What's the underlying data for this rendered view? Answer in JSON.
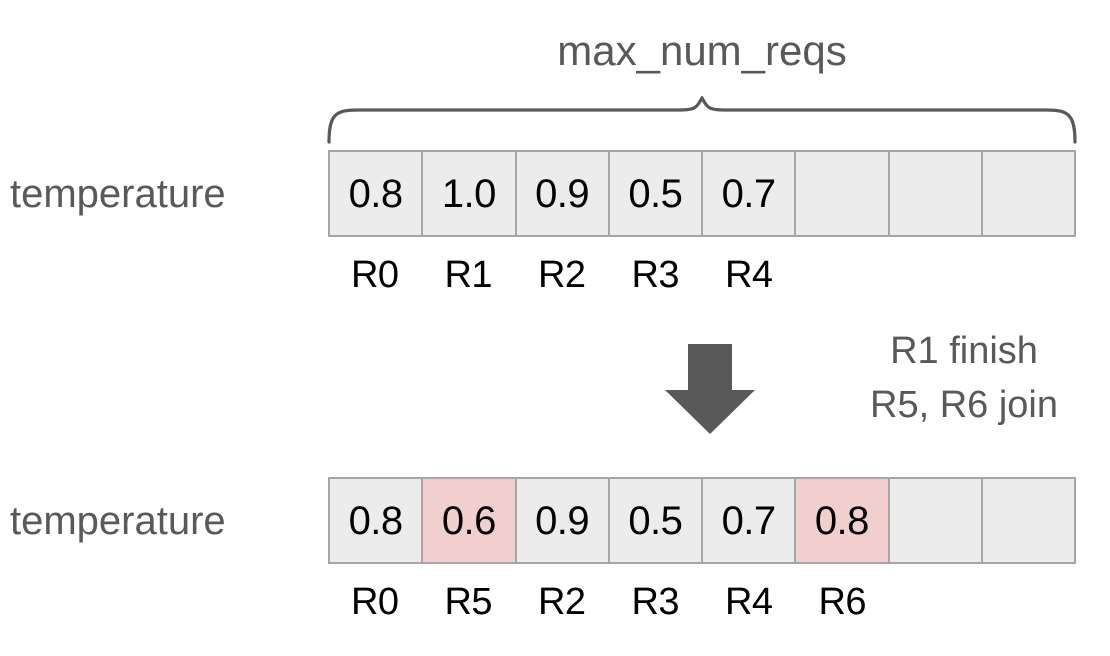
{
  "diagram": {
    "title": "max_num_reqs",
    "brace_label": "max_num_reqs",
    "colors": {
      "cell_fill": "#ececec",
      "cell_highlight": "#f0cfce",
      "cell_border": "#a6a6a6",
      "gray_text": "#595959",
      "black_text": "#000000",
      "arrow_fill": "#595959",
      "background": "#ffffff"
    },
    "capacity": 8,
    "before": {
      "row_label": "temperature",
      "cells": [
        {
          "value": "0.8",
          "highlight": false,
          "req": "R0"
        },
        {
          "value": "1.0",
          "highlight": false,
          "req": "R1"
        },
        {
          "value": "0.9",
          "highlight": false,
          "req": "R2"
        },
        {
          "value": "0.5",
          "highlight": false,
          "req": "R3"
        },
        {
          "value": "0.7",
          "highlight": false,
          "req": "R4"
        },
        {
          "value": "",
          "highlight": false,
          "req": ""
        },
        {
          "value": "",
          "highlight": false,
          "req": ""
        },
        {
          "value": "",
          "highlight": false,
          "req": ""
        }
      ]
    },
    "transition": {
      "arrow": "down-arrow-icon",
      "lines": [
        "R1 finish",
        "R5, R6 join"
      ]
    },
    "after": {
      "row_label": "temperature",
      "cells": [
        {
          "value": "0.8",
          "highlight": false,
          "req": "R0"
        },
        {
          "value": "0.6",
          "highlight": true,
          "req": "R5"
        },
        {
          "value": "0.9",
          "highlight": false,
          "req": "R2"
        },
        {
          "value": "0.5",
          "highlight": false,
          "req": "R3"
        },
        {
          "value": "0.7",
          "highlight": false,
          "req": "R4"
        },
        {
          "value": "0.8",
          "highlight": true,
          "req": "R6"
        },
        {
          "value": "",
          "highlight": false,
          "req": ""
        },
        {
          "value": "",
          "highlight": false,
          "req": ""
        }
      ]
    }
  }
}
